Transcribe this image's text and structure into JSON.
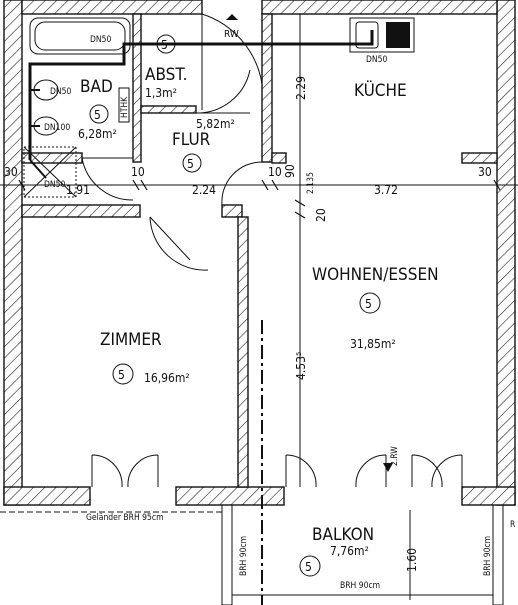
{
  "rooms": {
    "bad": {
      "name": "BAD",
      "symbol": "5",
      "area": "6,28m²"
    },
    "abst": {
      "name": "ABST.",
      "symbol": "5",
      "area": "1,3m²"
    },
    "flur": {
      "name": "FLUR",
      "symbol": "5",
      "area": "5,82m²"
    },
    "kueche": {
      "name": "KÜCHE"
    },
    "wohnen": {
      "name": "WOHNEN/ESSEN",
      "symbol": "5",
      "area": "31,85m²"
    },
    "zimmer": {
      "name": "ZIMMER",
      "symbol": "5",
      "area": "16,96m²"
    },
    "balkon": {
      "name": "BALKON",
      "symbol": "5",
      "area": "7,76m²"
    }
  },
  "labels": {
    "dn50_bad": "DN50",
    "dn50_wc": "DN50",
    "dn100": "DN100",
    "dn50_shower": "DN50",
    "dn50_kitchen": "DN50",
    "rw_top": "RW",
    "rw_balkon": "2.RW",
    "hthk": "HTHK",
    "gelaender": "Geländer BRH 95cm",
    "brh_left": "BRH 90cm",
    "brh_right": "BRH 90cm",
    "brh_bottom": "BRH 90cm",
    "r_mark": "R"
  },
  "dimensions": {
    "d_30_left": "30",
    "d_191": "1.91",
    "d_10_a": "10",
    "d_224": "2.24",
    "d_10_b": "10",
    "d_90": "90",
    "d_2135": "2.135",
    "d_20": "20",
    "d_372": "3.72",
    "d_30_right": "30",
    "d_229": "2.29",
    "d_453": "4.53⁵",
    "d_160": "1.60"
  }
}
